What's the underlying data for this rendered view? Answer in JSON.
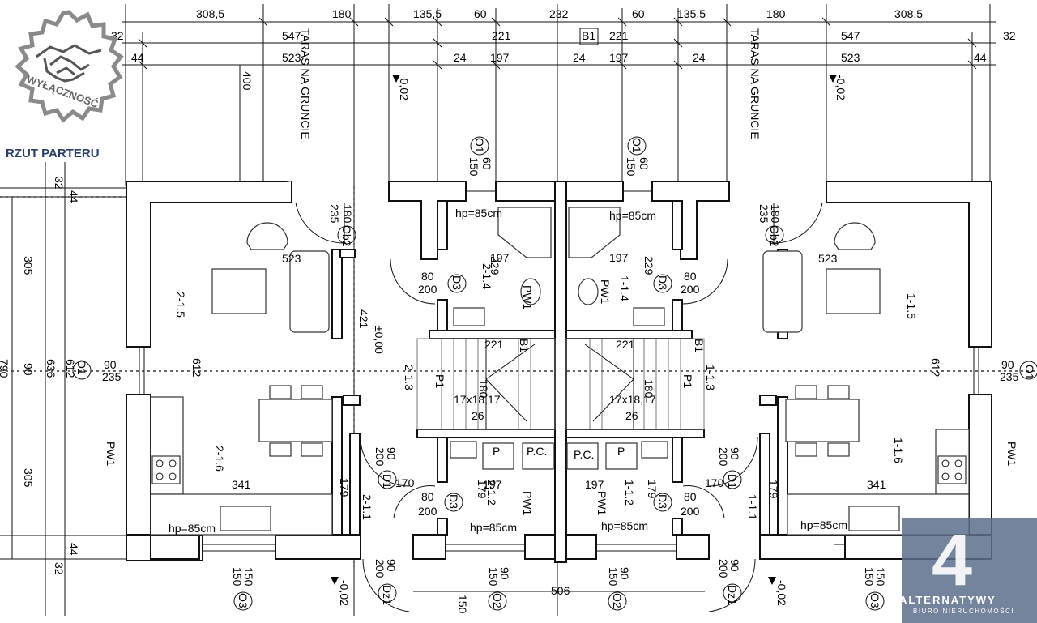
{
  "badge": {
    "text": "WYŁĄCZNOŚĆ",
    "icon": "handshake-icon"
  },
  "plan_title": "RZUT PARTERU",
  "top_dims_row1": [
    "308,5",
    "180",
    "135,5",
    "60",
    "232",
    "60",
    "135,5",
    "180",
    "308,5"
  ],
  "top_dims_row2": [
    "32",
    "547",
    "221",
    "B1",
    "221",
    "547",
    "32"
  ],
  "top_dims_row3": [
    "44",
    "523",
    "24",
    "197",
    "24",
    "197",
    "24",
    "523",
    "44"
  ],
  "terrace_label": "TARAS NA GRUNCIE",
  "terrace_level": "-0,02",
  "terrace_depth": "400",
  "left_dims": [
    "32",
    "44",
    "305",
    "790",
    "90",
    "636",
    "612",
    "305",
    "44",
    "32"
  ],
  "right_axis_labels": [
    "90",
    "235",
    "O1"
  ],
  "left_axis_labels": [
    "90",
    "235",
    "O1"
  ],
  "rooms": {
    "living_left": {
      "code": "2-1.5",
      "w": "523",
      "h": "612"
    },
    "kitchen_left": {
      "code": "2-1.6",
      "w": "341"
    },
    "bath_left": {
      "code": "2-1.4",
      "w": "197",
      "h": "229"
    },
    "stairs_left": {
      "code": "2-1.3",
      "w": "221",
      "run": "180",
      "steps": "17x18,17",
      "depth": "26",
      "marker": "B1"
    },
    "wc_left": {
      "code": "2-1.2",
      "w": "197",
      "h": "179"
    },
    "hall_left": {
      "code": "2-1.1",
      "h": "179",
      "w": "170"
    },
    "living_right": {
      "code": "1-1.5",
      "w": "523",
      "h": "612"
    },
    "kitchen_right": {
      "code": "1-1.6",
      "w": "341"
    },
    "bath_right": {
      "code": "1-1.4",
      "w": "197",
      "h": "229"
    },
    "stairs_right": {
      "code": "1-1.3",
      "w": "221",
      "run": "180",
      "steps": "17x18,17",
      "depth": "26",
      "marker": "B1"
    },
    "wc_right": {
      "code": "1-1.2",
      "w": "197",
      "h": "179"
    },
    "hall_right": {
      "code": "1-1.1",
      "h": "179",
      "w": "170"
    }
  },
  "tags": {
    "hp": "hp=85cm",
    "pw": "PW1",
    "p": "P",
    "pc": "P.C.",
    "door_d3": "D3",
    "door_d1": "D1",
    "door_dz1": "Dz1",
    "window_o1": "O1",
    "window_o2": "O2",
    "window_o3": "O3",
    "window_ob2": "Ob2",
    "level_zero": "±0,00",
    "level_minus": "-0,02",
    "p1": "P1",
    "dim_80": "80",
    "dim_200": "200",
    "dim_90": "90",
    "dim_150": "150",
    "dim_60": "60",
    "dim_180": "180",
    "dim_235": "235",
    "dim_421": "421",
    "dim_506": "506"
  },
  "logo": {
    "title": "ALTERNATYWY",
    "subtitle": "BIURO NIERUCHOMOŚCI",
    "mark": "4"
  }
}
